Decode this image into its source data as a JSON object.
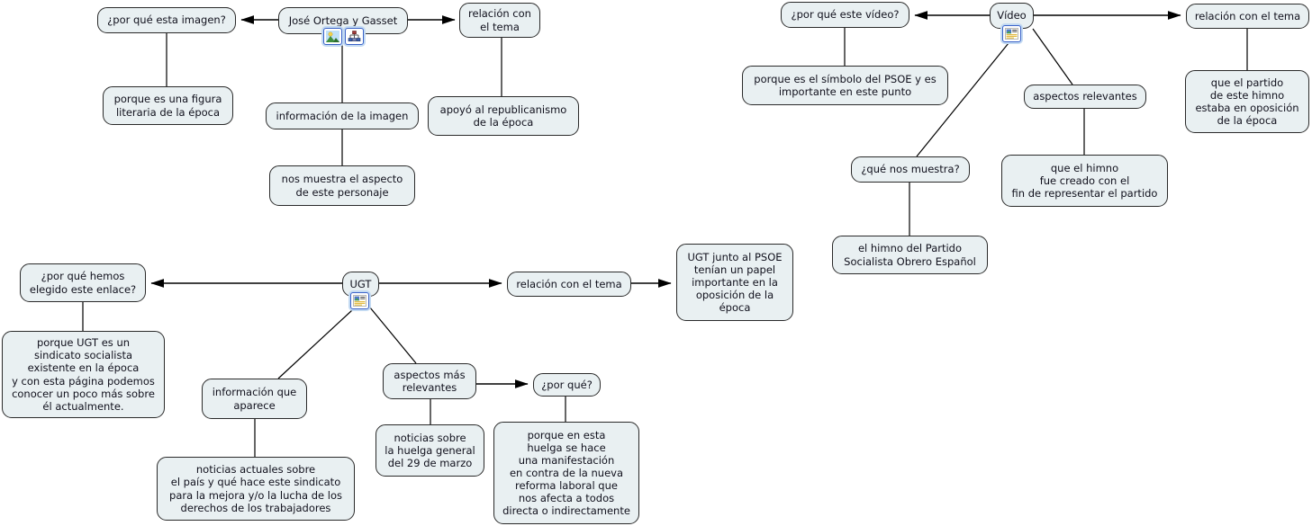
{
  "diagram": {
    "title": "concept map",
    "colors": {
      "background": "#ffffff",
      "node_fill": "#e9f0f2",
      "node_border": "#2a2a2a",
      "connector": "#000000",
      "icon_border": "#3a62c8",
      "icon_halo": "#c3daf2"
    }
  },
  "nodes": {
    "por_que_imagen": {
      "label": "¿por qué esta imagen?"
    },
    "jose_ortega": {
      "label": "José Ortega y Gasset"
    },
    "relacion_tema_imagen": {
      "label": "relación con\nel tema"
    },
    "figura_literaria": {
      "label": "porque es una figura\nliteraria de la época"
    },
    "info_imagen": {
      "label": "información de la imagen"
    },
    "aspecto_personaje": {
      "label": "nos muestra el aspecto\nde este personaje"
    },
    "apoyo_republicanismo": {
      "label": "apoyó al republicanismo\nde la época"
    },
    "por_que_video": {
      "label": "¿por qué este vídeo?"
    },
    "video": {
      "label": "Vídeo"
    },
    "relacion_tema_video": {
      "label": "relación con el tema"
    },
    "simbolo_psoe": {
      "label": "porque es el símbolo del PSOE y es\nimportante en este punto"
    },
    "aspectos_relevantes": {
      "label": "aspectos relevantes"
    },
    "que_nos_muestra": {
      "label": "¿qué nos muestra?"
    },
    "partido_oposicion": {
      "label": "que el partido\nde este himno\nestaba en oposición\nde la época"
    },
    "himno_creado": {
      "label": "que el himno\nfue creado con el\nfin de representar el partido"
    },
    "himno_psoe": {
      "label": "el himno del Partido\nSocialista Obrero Español"
    },
    "por_que_enlace": {
      "label": "¿por qué hemos\nelegido este enlace?"
    },
    "ugt": {
      "label": "UGT"
    },
    "relacion_tema_ugt": {
      "label": "relación con el tema"
    },
    "ugt_psoe_papel": {
      "label": "UGT junto al PSOE\ntenían un papel\nimportante en la\noposición de la\népoca"
    },
    "sindicato_socialista": {
      "label": "porque UGT es un\nsindicato socialista\nexistente en la época\ny con esta página podemos\nconocer un poco más sobre\nél actualmente."
    },
    "informacion_aparece": {
      "label": "información que\naparece"
    },
    "aspectos_mas_relevantes": {
      "label": "aspectos más\nrelevantes"
    },
    "por_que": {
      "label": "¿por qué?"
    },
    "noticias_huelga": {
      "label": "noticias sobre\nla huelga general\ndel 29 de marzo"
    },
    "noticias_actuales": {
      "label": "noticias actuales sobre\nel país y qué hace este sindicato\npara la mejora y/o la lucha de los\nderechos de los trabajadores"
    },
    "porque_huelga": {
      "label": "porque en esta\nhuelga se hace\nuna manifestación\nen contra de la nueva\nreforma laboral que\nnos afecta a todos\ndirecta o indirectamente"
    }
  },
  "attachments": {
    "jose_ortega": [
      "picture-icon",
      "mindmap-icon"
    ],
    "video": [
      "webpage-icon"
    ],
    "ugt": [
      "webpage-icon"
    ]
  }
}
